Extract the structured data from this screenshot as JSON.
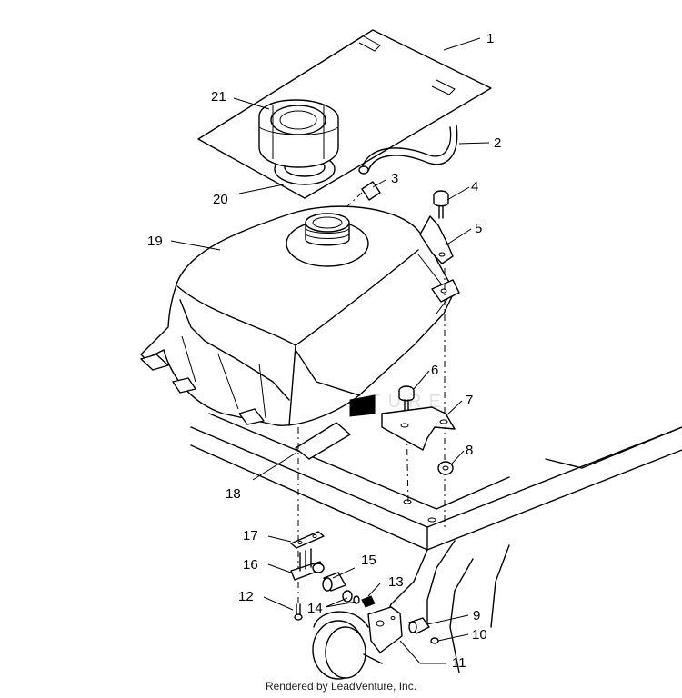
{
  "footer": "Rendered by LeadVenture, Inc.",
  "watermark": "LEADVENTURE",
  "callouts": [
    {
      "num": "1"
    },
    {
      "num": "2"
    },
    {
      "num": "3"
    },
    {
      "num": "4"
    },
    {
      "num": "5"
    },
    {
      "num": "6"
    },
    {
      "num": "7"
    },
    {
      "num": "8"
    },
    {
      "num": "9"
    },
    {
      "num": "10"
    },
    {
      "num": "11"
    },
    {
      "num": "12"
    },
    {
      "num": "13"
    },
    {
      "num": "14"
    },
    {
      "num": "15"
    },
    {
      "num": "16"
    },
    {
      "num": "17"
    },
    {
      "num": "18"
    },
    {
      "num": "19"
    },
    {
      "num": "20"
    },
    {
      "num": "21"
    }
  ]
}
